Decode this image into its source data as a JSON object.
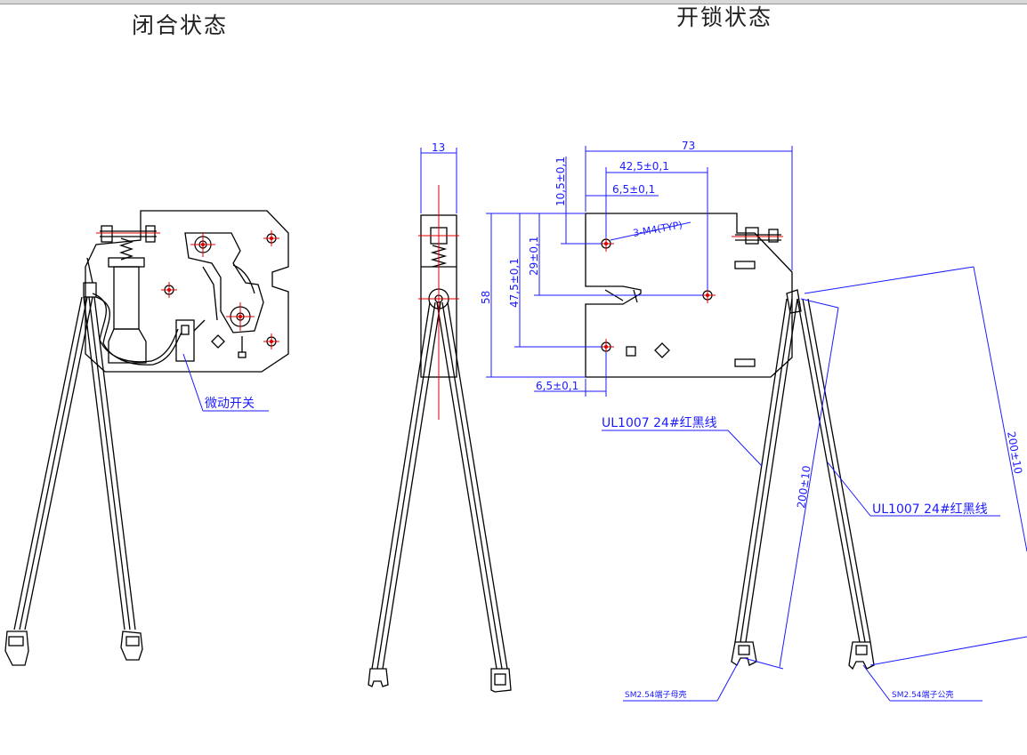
{
  "titles": {
    "closed": "闭合状态",
    "unlocked": "开锁状态"
  },
  "labels": {
    "micro_switch": "微动开关",
    "wire_1": "UL1007 24#红黑线",
    "wire_2": "UL1007 24#红黑线",
    "connector_female": "SM2.54端子母壳",
    "connector_male": "SM2.54端子公壳",
    "screw_holes": "3-M4(TYP)"
  },
  "dimensions": {
    "thickness": "13",
    "width": "73",
    "hole_x_far": "42,5±0,1",
    "hole_x_near": "6,5±0,1",
    "hole_y_top": "10,5±0,1",
    "hole_y_mid": "29±0,1",
    "hole_y_low": "47,5±0,1",
    "height": "58",
    "bottom_offset": "6,5±0,1",
    "wire_len_1": "200±10",
    "wire_len_2": "200±10"
  },
  "colors": {
    "line": "#000000",
    "dimension": "#1a1aff",
    "center": "#e00000",
    "title": "#222222"
  }
}
